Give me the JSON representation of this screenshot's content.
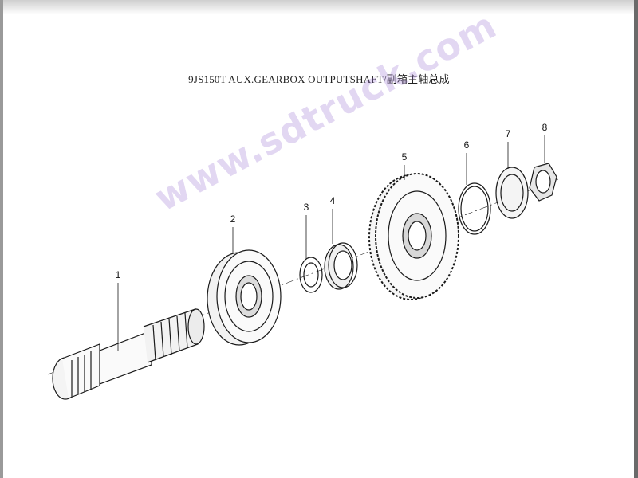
{
  "title": "9JS150T AUX.GEARBOX OUTPUTSHAFT/副箱主轴总成",
  "watermark": "www.sdtruck.com",
  "callouts": [
    {
      "n": "1",
      "part": "output-shaft"
    },
    {
      "n": "2",
      "part": "synchronizer"
    },
    {
      "n": "3",
      "part": "thrust-washer"
    },
    {
      "n": "4",
      "part": "needle-bearing"
    },
    {
      "n": "5",
      "part": "main-gear"
    },
    {
      "n": "6",
      "part": "snap-ring"
    },
    {
      "n": "7",
      "part": "washer"
    },
    {
      "n": "8",
      "part": "nut"
    }
  ],
  "colors": {
    "ink": "#1a1a1a",
    "watermark": "#9a6ed2"
  }
}
